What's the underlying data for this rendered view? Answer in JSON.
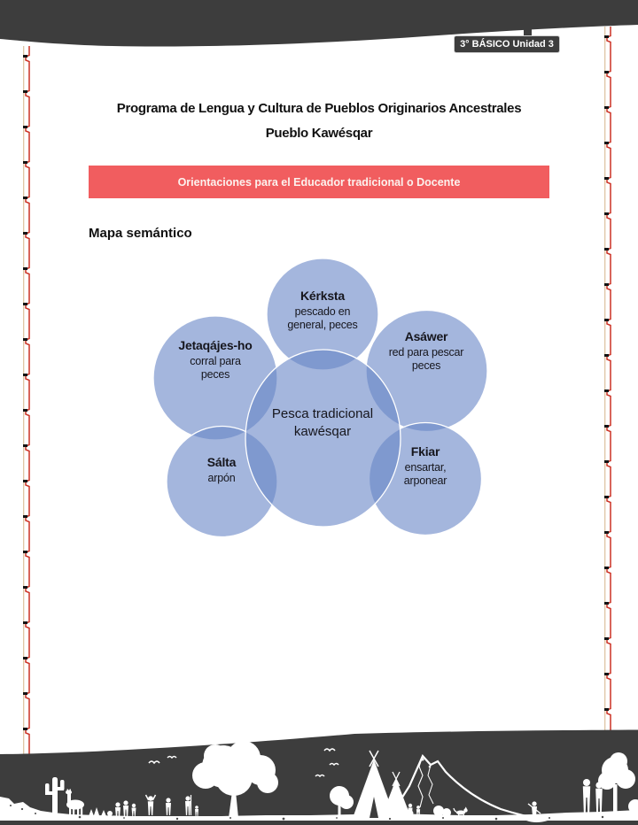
{
  "badge": {
    "label": "3° BÁSICO Unidad 3"
  },
  "header": {
    "title_line1": "Programa de Lengua y Cultura de Pueblos Originarios Ancestrales",
    "title_line2": "Pueblo Kawésqar",
    "banner": "Orientaciones para el Educador tradicional o Docente"
  },
  "section": {
    "heading": "Mapa semántico"
  },
  "diagram": {
    "center": {
      "lines": [
        "Pesca tradicional",
        "kawésqar"
      ]
    },
    "nodes": [
      {
        "term": "Kérksta",
        "desc_lines": [
          "pescado en",
          "general, peces"
        ]
      },
      {
        "term": "Jetaqájes-ho",
        "desc_lines": [
          "corral para",
          "peces"
        ]
      },
      {
        "term": "Asáwer",
        "desc_lines": [
          "red para pescar",
          "peces"
        ]
      },
      {
        "term": "Sálta",
        "desc_lines": [
          "arpón"
        ]
      },
      {
        "term": "Fkiar",
        "desc_lines": [
          "ensartar,",
          "arponear"
        ]
      }
    ]
  },
  "colors": {
    "accent_red": "#f15d5f",
    "bar_dark": "#3d3d3d",
    "circle_fill": "#6785c6",
    "zigzag_red": "#cc3124",
    "zigzag_tan": "#c9a06b"
  }
}
